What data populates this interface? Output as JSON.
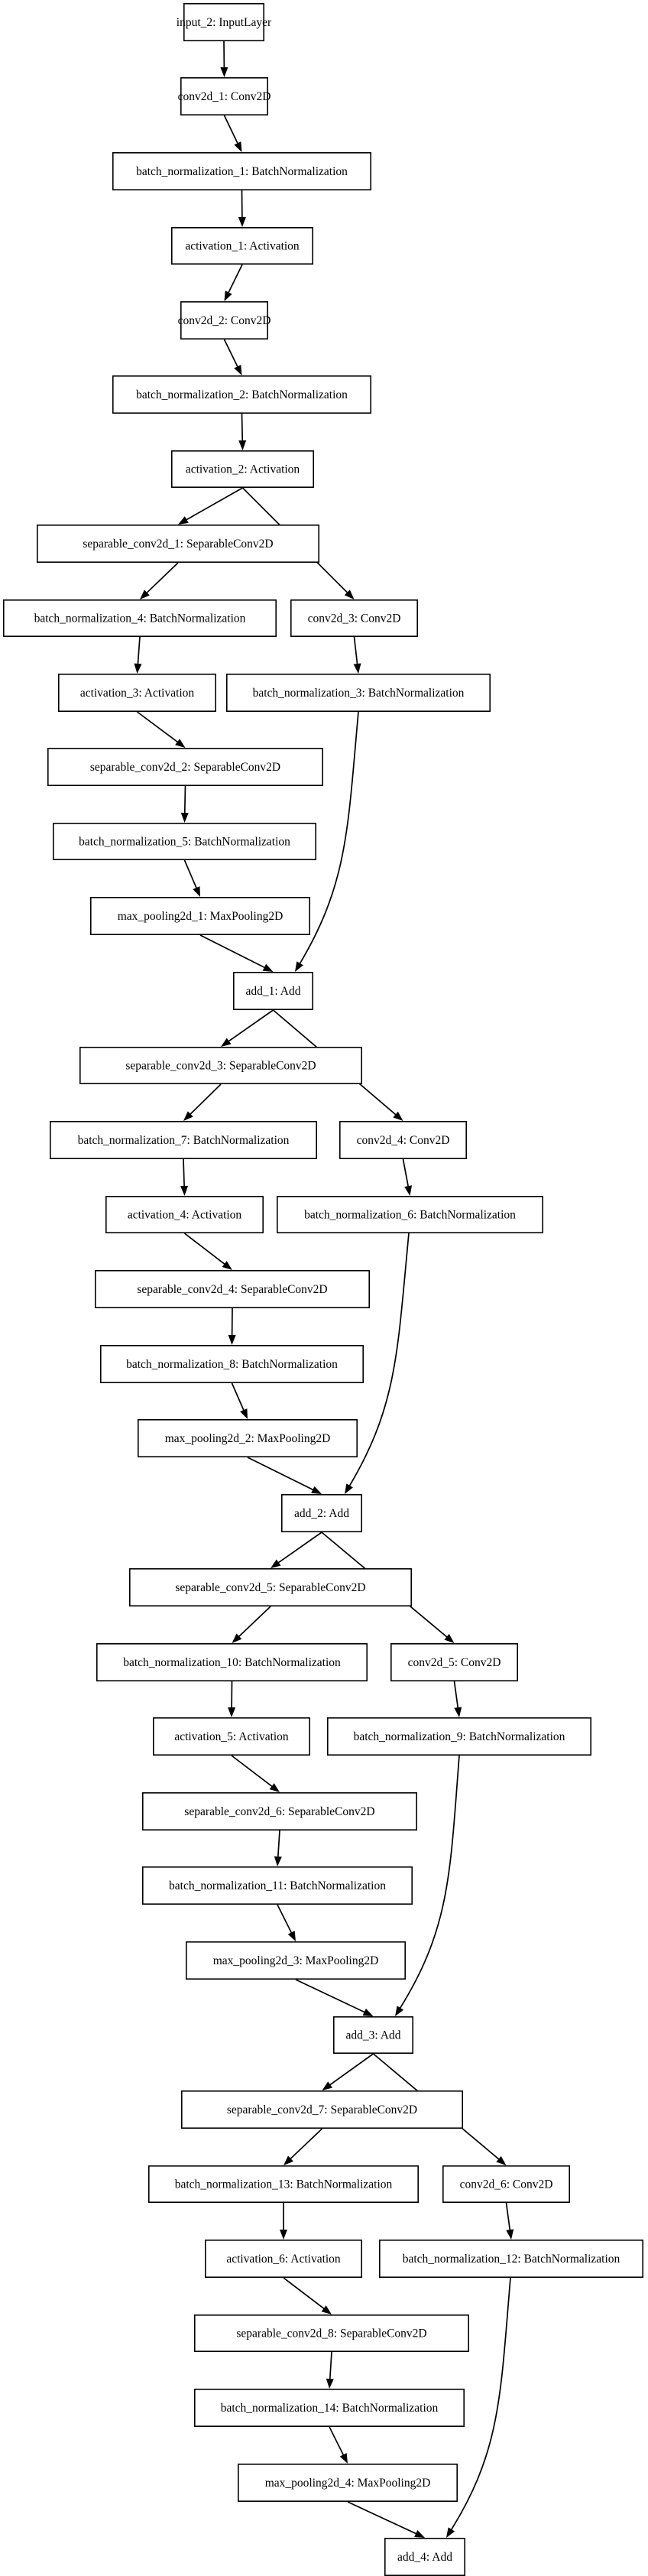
{
  "nodes": [
    {
      "id": "input_2",
      "label": "input_2: InputLayer"
    },
    {
      "id": "conv2d_1",
      "label": "conv2d_1: Conv2D"
    },
    {
      "id": "bn_1",
      "label": "batch_normalization_1: BatchNormalization"
    },
    {
      "id": "act_1",
      "label": "activation_1: Activation"
    },
    {
      "id": "conv2d_2",
      "label": "conv2d_2: Conv2D"
    },
    {
      "id": "bn_2",
      "label": "batch_normalization_2: BatchNormalization"
    },
    {
      "id": "act_2",
      "label": "activation_2: Activation"
    },
    {
      "id": "sep_1",
      "label": "separable_conv2d_1: SeparableConv2D"
    },
    {
      "id": "bn_4",
      "label": "batch_normalization_4: BatchNormalization"
    },
    {
      "id": "conv2d_3",
      "label": "conv2d_3: Conv2D"
    },
    {
      "id": "act_3",
      "label": "activation_3: Activation"
    },
    {
      "id": "bn_3",
      "label": "batch_normalization_3: BatchNormalization"
    },
    {
      "id": "sep_2",
      "label": "separable_conv2d_2: SeparableConv2D"
    },
    {
      "id": "bn_5",
      "label": "batch_normalization_5: BatchNormalization"
    },
    {
      "id": "mp_1",
      "label": "max_pooling2d_1: MaxPooling2D"
    },
    {
      "id": "add_1",
      "label": "add_1: Add"
    },
    {
      "id": "sep_3",
      "label": "separable_conv2d_3: SeparableConv2D"
    },
    {
      "id": "bn_7",
      "label": "batch_normalization_7: BatchNormalization"
    },
    {
      "id": "conv2d_4",
      "label": "conv2d_4: Conv2D"
    },
    {
      "id": "act_4",
      "label": "activation_4: Activation"
    },
    {
      "id": "bn_6",
      "label": "batch_normalization_6: BatchNormalization"
    },
    {
      "id": "sep_4",
      "label": "separable_conv2d_4: SeparableConv2D"
    },
    {
      "id": "bn_8",
      "label": "batch_normalization_8: BatchNormalization"
    },
    {
      "id": "mp_2",
      "label": "max_pooling2d_2: MaxPooling2D"
    },
    {
      "id": "add_2",
      "label": "add_2: Add"
    },
    {
      "id": "sep_5",
      "label": "separable_conv2d_5: SeparableConv2D"
    },
    {
      "id": "bn_10",
      "label": "batch_normalization_10: BatchNormalization"
    },
    {
      "id": "conv2d_5",
      "label": "conv2d_5: Conv2D"
    },
    {
      "id": "act_5",
      "label": "activation_5: Activation"
    },
    {
      "id": "bn_9",
      "label": "batch_normalization_9: BatchNormalization"
    },
    {
      "id": "sep_6",
      "label": "separable_conv2d_6: SeparableConv2D"
    },
    {
      "id": "bn_11",
      "label": "batch_normalization_11: BatchNormalization"
    },
    {
      "id": "mp_3",
      "label": "max_pooling2d_3: MaxPooling2D"
    },
    {
      "id": "add_3",
      "label": "add_3: Add"
    },
    {
      "id": "sep_7",
      "label": "separable_conv2d_7: SeparableConv2D"
    },
    {
      "id": "bn_13",
      "label": "batch_normalization_13: BatchNormalization"
    },
    {
      "id": "conv2d_6",
      "label": "conv2d_6: Conv2D"
    },
    {
      "id": "act_6",
      "label": "activation_6: Activation"
    },
    {
      "id": "bn_12",
      "label": "batch_normalization_12: BatchNormalization"
    },
    {
      "id": "sep_8",
      "label": "separable_conv2d_8: SeparableConv2D"
    },
    {
      "id": "bn_14",
      "label": "batch_normalization_14: BatchNormalization"
    },
    {
      "id": "mp_4",
      "label": "max_pooling2d_4: MaxPooling2D"
    },
    {
      "id": "add_4",
      "label": "add_4: Add"
    }
  ],
  "edges": [
    [
      "input_2",
      "conv2d_1"
    ],
    [
      "conv2d_1",
      "bn_1"
    ],
    [
      "bn_1",
      "act_1"
    ],
    [
      "act_1",
      "conv2d_2"
    ],
    [
      "conv2d_2",
      "bn_2"
    ],
    [
      "bn_2",
      "act_2"
    ],
    [
      "act_2",
      "sep_1"
    ],
    [
      "act_2",
      "conv2d_3"
    ],
    [
      "sep_1",
      "bn_4"
    ],
    [
      "bn_4",
      "act_3"
    ],
    [
      "act_3",
      "sep_2"
    ],
    [
      "sep_2",
      "bn_5"
    ],
    [
      "bn_5",
      "mp_1"
    ],
    [
      "conv2d_3",
      "bn_3"
    ],
    [
      "mp_1",
      "add_1"
    ],
    [
      "bn_3",
      "add_1"
    ],
    [
      "add_1",
      "sep_3"
    ],
    [
      "add_1",
      "conv2d_4"
    ],
    [
      "sep_3",
      "bn_7"
    ],
    [
      "bn_7",
      "act_4"
    ],
    [
      "act_4",
      "sep_4"
    ],
    [
      "sep_4",
      "bn_8"
    ],
    [
      "bn_8",
      "mp_2"
    ],
    [
      "conv2d_4",
      "bn_6"
    ],
    [
      "mp_2",
      "add_2"
    ],
    [
      "bn_6",
      "add_2"
    ],
    [
      "add_2",
      "sep_5"
    ],
    [
      "add_2",
      "conv2d_5"
    ],
    [
      "sep_5",
      "bn_10"
    ],
    [
      "bn_10",
      "act_5"
    ],
    [
      "act_5",
      "sep_6"
    ],
    [
      "sep_6",
      "bn_11"
    ],
    [
      "bn_11",
      "mp_3"
    ],
    [
      "conv2d_5",
      "bn_9"
    ],
    [
      "mp_3",
      "add_3"
    ],
    [
      "bn_9",
      "add_3"
    ],
    [
      "add_3",
      "sep_7"
    ],
    [
      "add_3",
      "conv2d_6"
    ],
    [
      "sep_7",
      "bn_13"
    ],
    [
      "bn_13",
      "act_6"
    ],
    [
      "act_6",
      "sep_8"
    ],
    [
      "sep_8",
      "bn_14"
    ],
    [
      "bn_14",
      "mp_4"
    ],
    [
      "conv2d_6",
      "bn_12"
    ],
    [
      "mp_4",
      "add_4"
    ],
    [
      "bn_12",
      "add_4"
    ]
  ]
}
